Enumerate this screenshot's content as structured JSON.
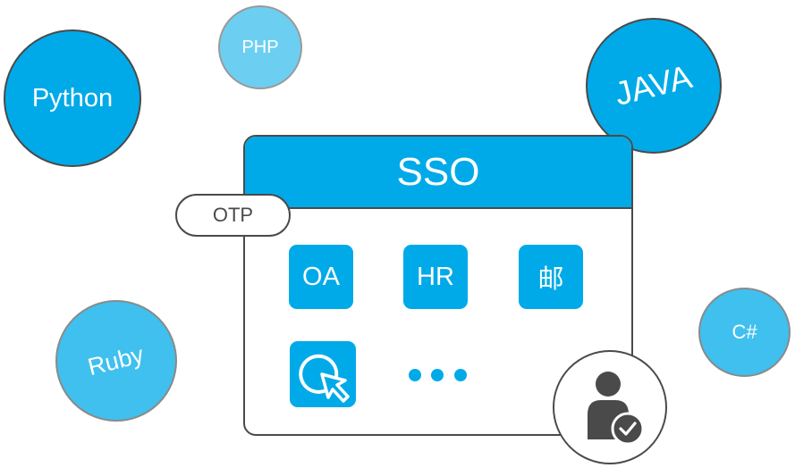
{
  "colors": {
    "accent": "#00aae8",
    "outline": "#4a4a4a",
    "light_bubble": "#3fc0ef",
    "pale_bubble": "#6ccff2"
  },
  "languages": {
    "python": "Python",
    "php": "PHP",
    "java": "JAVA",
    "ruby": "Ruby",
    "csharp": "C#"
  },
  "sso_window": {
    "title": "SSO",
    "otp_label": "OTP",
    "apps": {
      "oa": "OA",
      "hr": "HR",
      "mail": "邮"
    }
  },
  "icons": [
    "pointer-click-icon",
    "ellipsis-icon",
    "verified-user-icon"
  ]
}
